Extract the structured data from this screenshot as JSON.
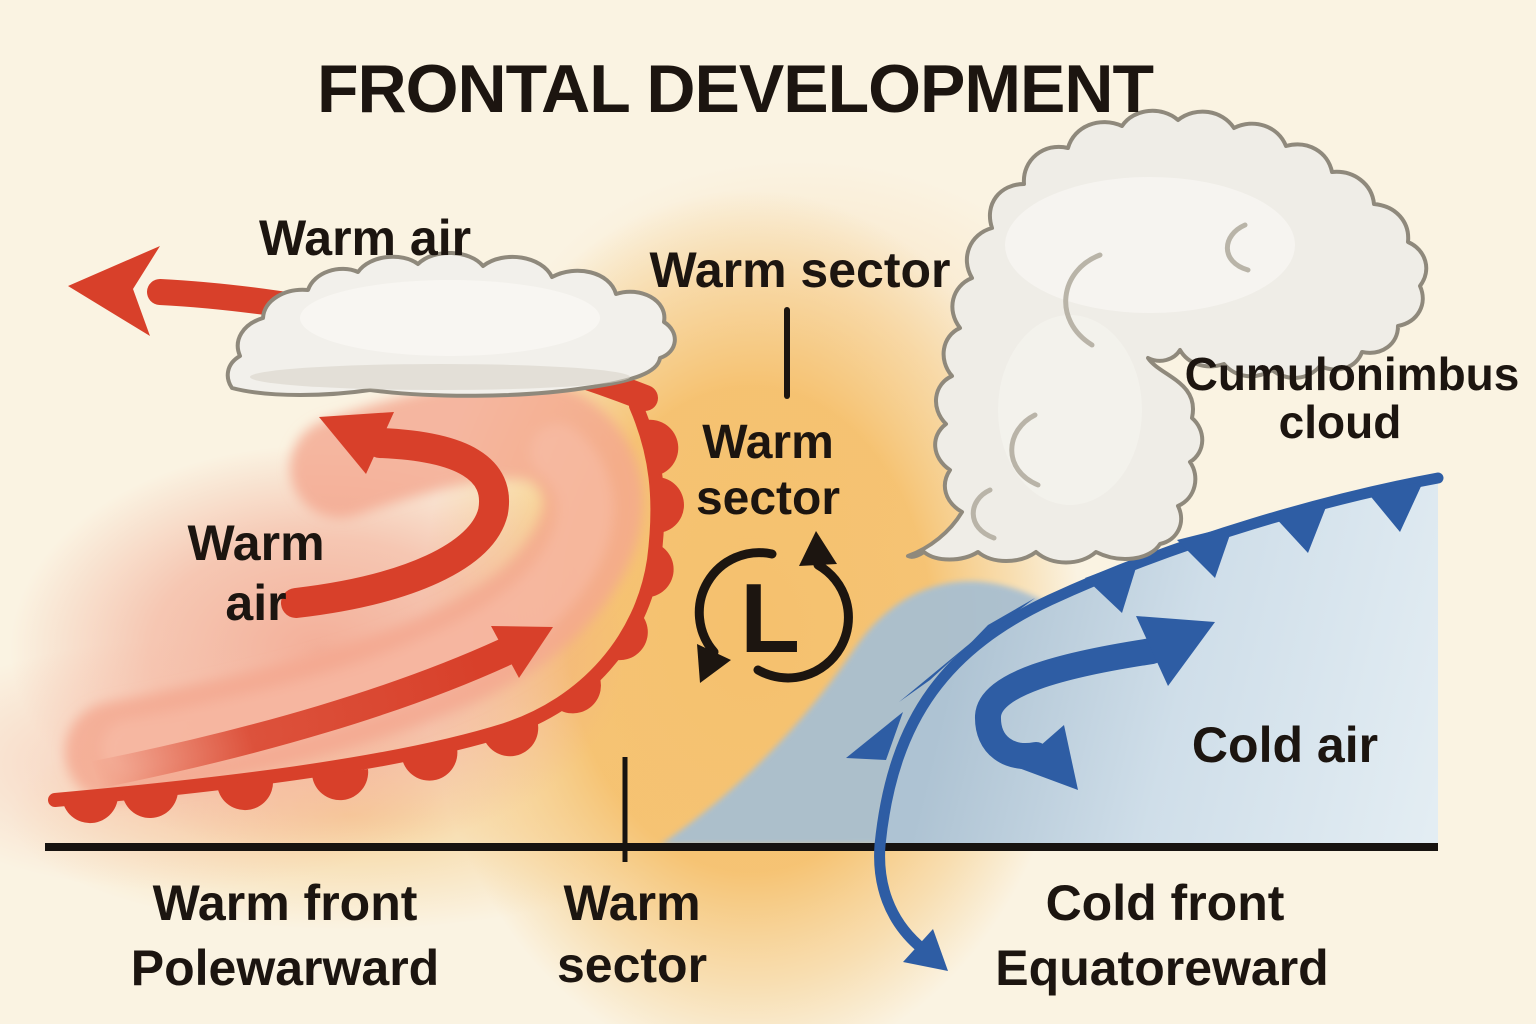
{
  "title": "FRONTAL DEVELOPMENT",
  "labels": {
    "warm_air_upper": "Warm air",
    "warm_sector_header": "Warm sector",
    "warm_sector_mid_line1": "Warm",
    "warm_sector_mid_line2": "sector",
    "warm_air_left_line1": "Warm",
    "warm_air_left_line2": "air",
    "cumulonimbus_line1": "Cumulonimbus",
    "cumulonimbus_line2": "cloud",
    "cold_air": "Cold air",
    "low_pressure_symbol": "L",
    "warm_front_line1": "Warm front",
    "warm_front_line2": "Polewarward",
    "warm_sector_ground_line1": "Warm",
    "warm_sector_ground_line2": "sector",
    "cold_front_line1": "Cold front",
    "cold_front_line2": "Equatoreward"
  },
  "colors": {
    "background": "#faf3e2",
    "ink": "#1c1510",
    "ground": "#171310",
    "warm_red": "#d8402a",
    "warm_pink_band": "#f3a78e",
    "warm_sector_orange": "#f5bf6a",
    "cold_blue": "#2e5da4",
    "cold_region_light": "#d9e5ee",
    "cold_region_shadow": "#a9bfd0",
    "cloud_fill": "#f1efe9",
    "cloud_outline": "#8d877a"
  }
}
